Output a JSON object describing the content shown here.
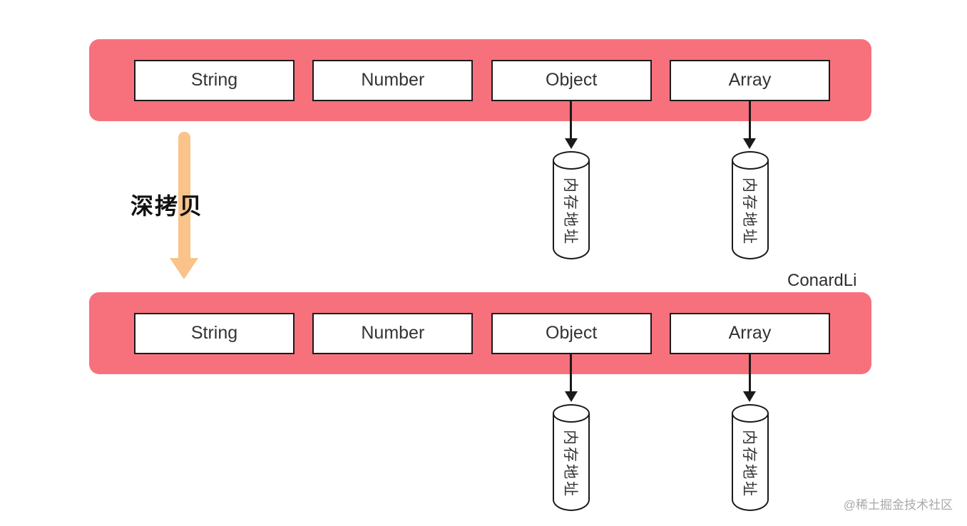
{
  "diagram": {
    "operation_label": "深拷贝",
    "memory_label": "内存地址",
    "credit": "ConardLi",
    "watermark": "@稀土掘金技术社区",
    "rows": [
      {
        "boxes": [
          {
            "label": "String",
            "points_to_memory": false
          },
          {
            "label": "Number",
            "points_to_memory": false
          },
          {
            "label": "Object",
            "points_to_memory": true
          },
          {
            "label": "Array",
            "points_to_memory": true
          }
        ]
      },
      {
        "boxes": [
          {
            "label": "String",
            "points_to_memory": false
          },
          {
            "label": "Number",
            "points_to_memory": false
          },
          {
            "label": "Object",
            "points_to_memory": true
          },
          {
            "label": "Array",
            "points_to_memory": true
          }
        ]
      }
    ],
    "colors": {
      "bar_background": "#F7717D",
      "deep_copy_arrow": "#F9C389",
      "box_border": "#1A1A1A",
      "text": "#333333",
      "watermark": "#A9A9A9"
    }
  }
}
